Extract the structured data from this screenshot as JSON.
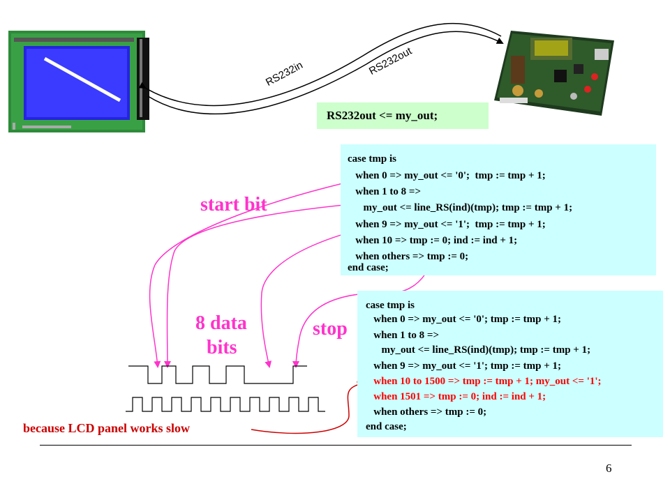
{
  "labels": {
    "rs232in": "RS232in",
    "rs232out": "RS232out",
    "assignment": "RS232out <= my_out;",
    "start_bit": "start bit",
    "data_bits_line1": "8 data",
    "data_bits_line2": "bits",
    "stop": "stop",
    "slow_note": "because LCD panel works slow",
    "page_number": "6"
  },
  "code_top": [
    "case tmp is",
    "   when 0 => my_out <= '0';  tmp := tmp + 1;",
    "   when 1 to 8 =>",
    "      my_out <= line_RS(ind)(tmp); tmp := tmp + 1;",
    "   when 9 => my_out <= '1';  tmp := tmp + 1;",
    "   when 10 => tmp := 0; ind := ind + 1;",
    "   when others => tmp := 0;",
    "end case;"
  ],
  "code_bottom": [
    "case tmp is",
    "   when 0 => my_out <= '0'; tmp := tmp + 1;",
    "   when 1 to 8 =>",
    "      my_out <= line_RS(ind)(tmp); tmp := tmp + 1;",
    "   when 9 => my_out <= '1'; tmp := tmp + 1;",
    "   when 10 to 1500 => tmp := tmp + 1; my_out <= '1';",
    "   when 1501 => tmp := 0; ind := ind + 1;",
    "   when others => tmp := 0;",
    "end case;"
  ],
  "colors": {
    "code_bg": "#ccffff",
    "assign_bg": "#ccffcc",
    "magenta": "#ff33cc",
    "red": "#ff0000",
    "dark_red": "#cc0000"
  }
}
